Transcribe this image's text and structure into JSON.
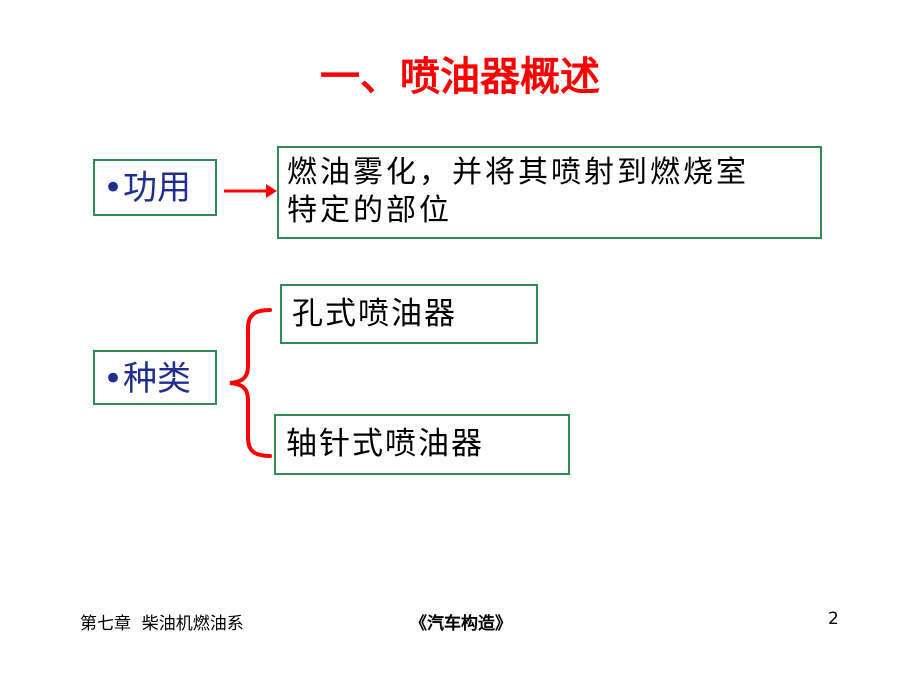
{
  "title": "一、喷油器概述",
  "function": {
    "label": "•功用",
    "description_line1": "燃油雾化，并将其喷射到燃烧室",
    "description_line2": "特定的部位"
  },
  "types": {
    "label": "•种类",
    "items": [
      "孔式喷油器",
      "轴针式喷油器"
    ]
  },
  "footer": {
    "chapter": "第七章  柴油机燃油系",
    "book": "《汽车构造》",
    "page": "2"
  },
  "colors": {
    "title": "#ff0000",
    "label_text": "#1f2f8f",
    "box_border": "#2e8b57",
    "arrow": "#ff0000"
  }
}
